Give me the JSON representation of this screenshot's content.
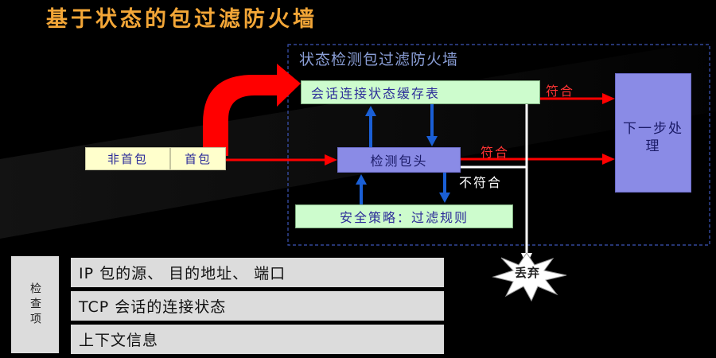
{
  "slide": {
    "title": "基于状态的包过滤防火墙"
  },
  "firewall": {
    "label": "状态检测包过滤防火墙"
  },
  "boxes": {
    "cache_table": "会话连接状态缓存表",
    "header_check": "检测包头",
    "policy": "安全策略：过滤规则",
    "next_step": "下一步处理",
    "non_first_packet": "非首包",
    "first_packet": "首包",
    "discard": "丢弃"
  },
  "arrow_labels": {
    "match_top": "符合",
    "match_middle": "符合",
    "no_match": "不符合"
  },
  "checks": {
    "side_label": "检查项",
    "items": [
      "IP 包的源、 目的地址、 端口",
      "TCP 会话的连接状态",
      "上下文信息"
    ]
  },
  "colors": {
    "title": "#f3a637",
    "flow_arrow": "#ff0000",
    "control_arrow": "#1a5fd6",
    "process_box": "#8a8be6",
    "state_box": "#cdfccd",
    "packet_box": "#ffffcc",
    "check_panel": "#dcdcdc"
  }
}
